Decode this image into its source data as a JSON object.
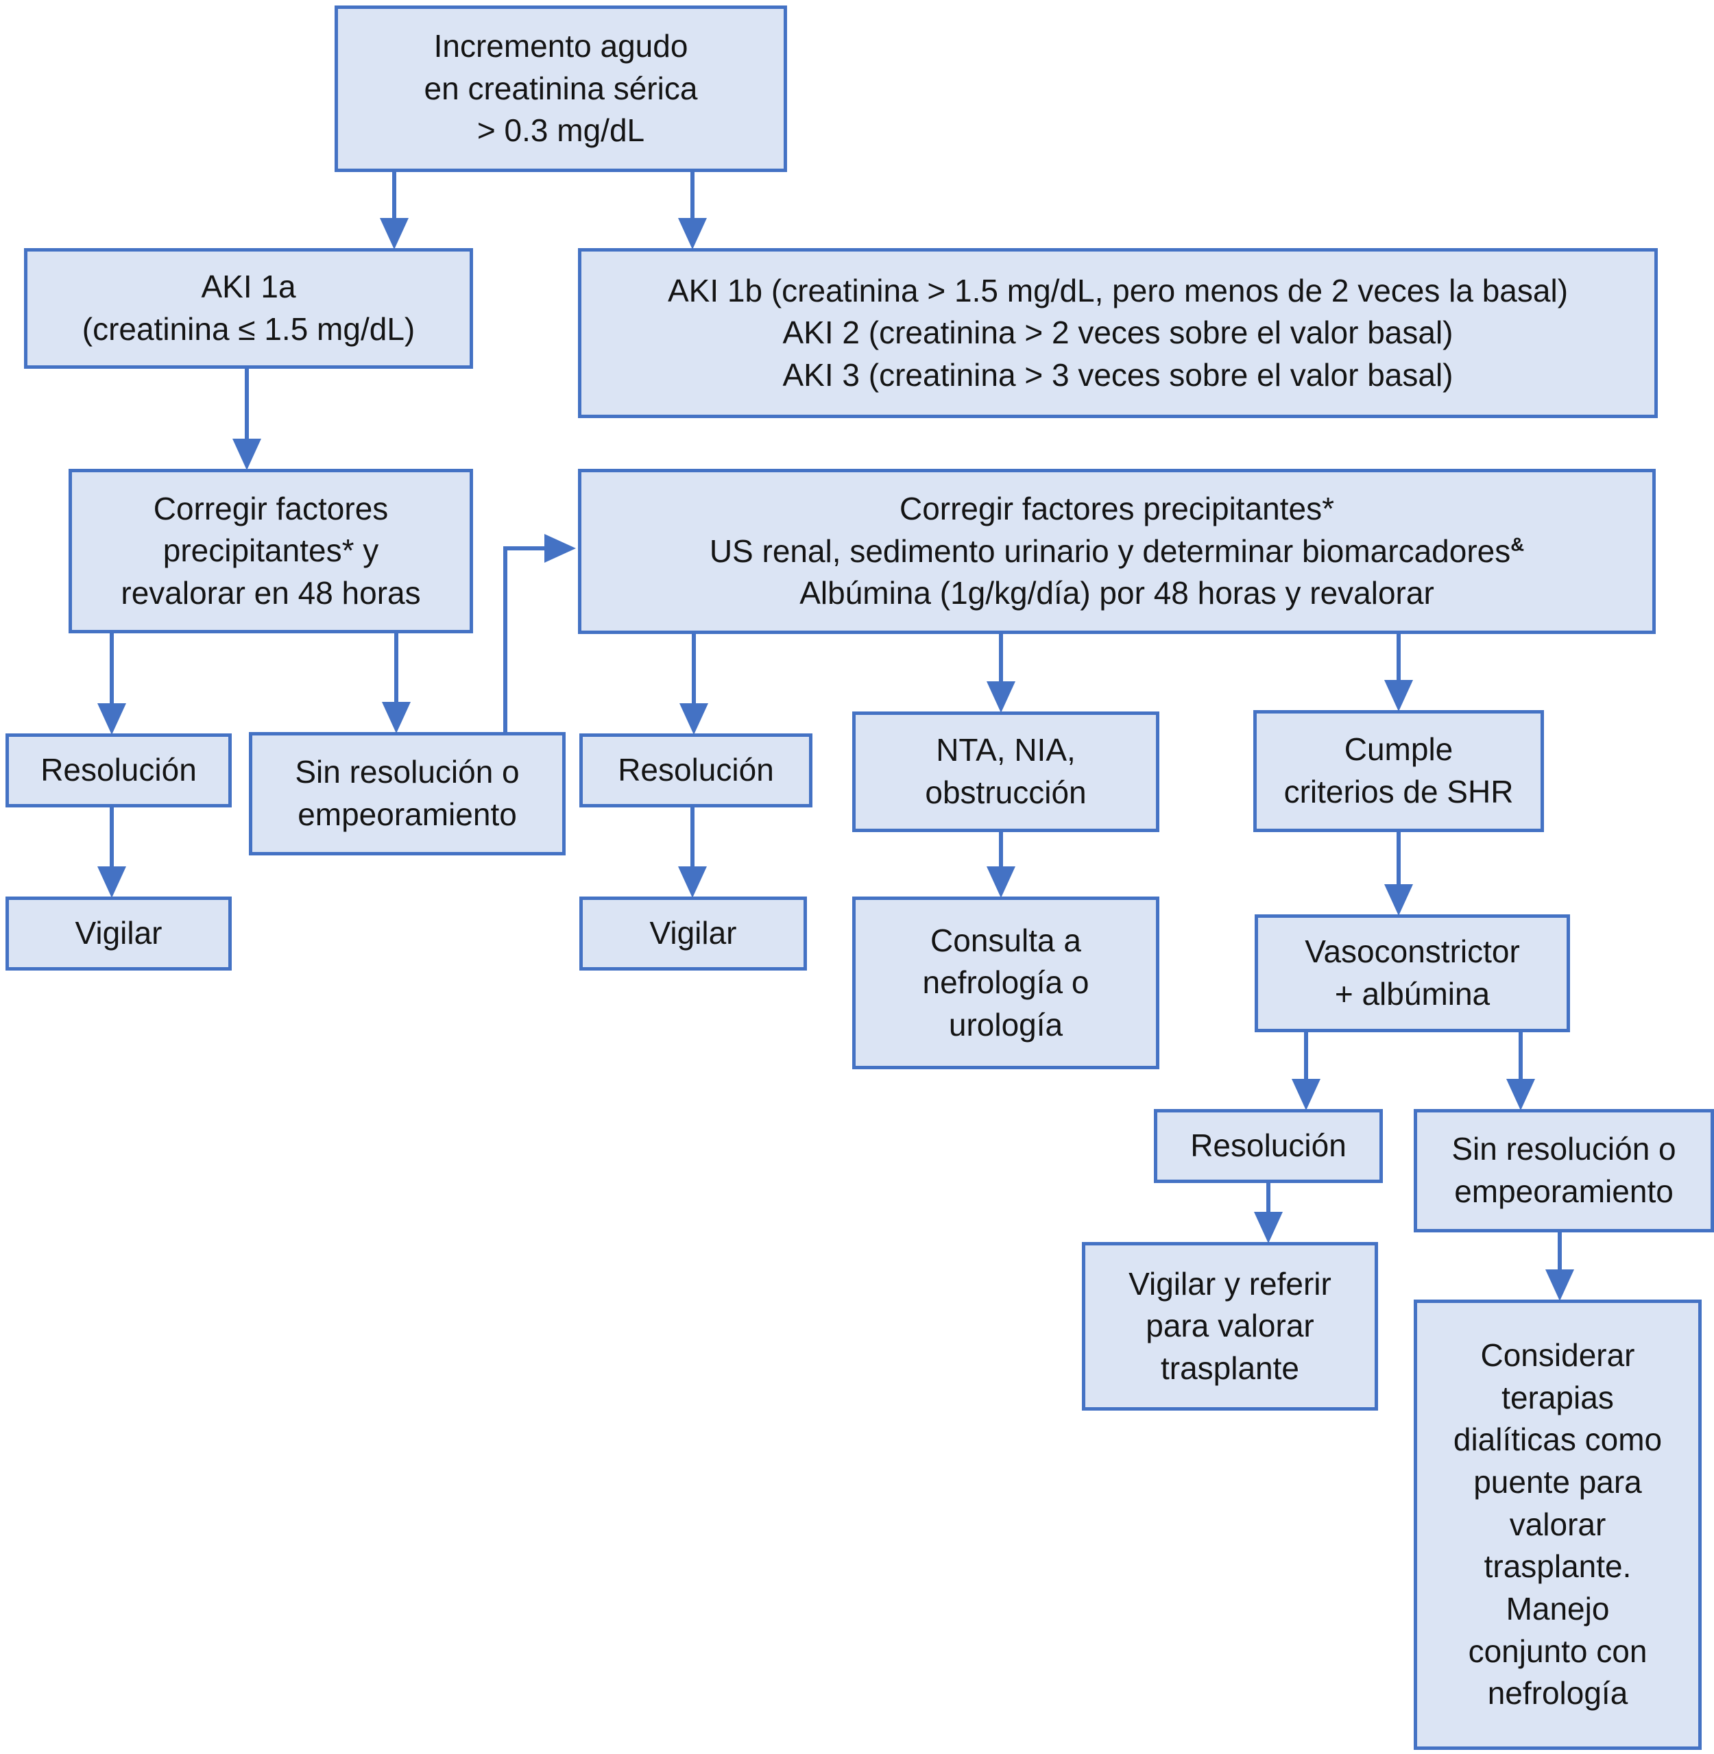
{
  "colors": {
    "box_fill": "#dbe4f4",
    "box_border": "#4472c4",
    "arrow": "#4472c4",
    "text": "#141414",
    "background": "#ffffff"
  },
  "diagram": {
    "type": "flowchart",
    "nodes": {
      "incremento": {
        "lines": [
          "Incremento agudo",
          "en creatinina sérica",
          "> 0.3 mg/dL"
        ]
      },
      "aki1a": {
        "lines": [
          "AKI 1a",
          "(creatinina ≤ 1.5 mg/dL)"
        ]
      },
      "aki1b23": {
        "lines": [
          "AKI 1b (creatinina > 1.5 mg/dL, pero menos de 2 veces la basal)",
          "AKI 2 (creatinina > 2 veces sobre el valor basal)",
          "AKI 3 (creatinina > 3 veces sobre el valor basal)"
        ]
      },
      "corregir_izq": {
        "lines": [
          "Corregir factores",
          "precipitantes* y",
          "revalorar en 48 horas"
        ]
      },
      "corregir_der": {
        "lines": [
          "Corregir factores precipitantes*",
          "US renal, sedimento urinario y determinar biomarcadores",
          "Albúmina (1g/kg/día) por 48 horas y revalorar"
        ],
        "superscript": "&"
      },
      "resolucion_1": {
        "lines": [
          "Resolución"
        ]
      },
      "sin_resolucion_1": {
        "lines": [
          "Sin resolución o",
          "empeoramiento"
        ]
      },
      "resolucion_2": {
        "lines": [
          "Resolución"
        ]
      },
      "nta": {
        "lines": [
          "NTA, NIA,",
          "obstrucción"
        ]
      },
      "cumple": {
        "lines": [
          "Cumple",
          "criterios de SHR"
        ]
      },
      "vigilar_1": {
        "lines": [
          "Vigilar"
        ]
      },
      "vigilar_2": {
        "lines": [
          "Vigilar"
        ]
      },
      "consulta": {
        "lines": [
          "Consulta a",
          "nefrología o",
          "urología"
        ]
      },
      "vasoconstrictor": {
        "lines": [
          "Vasoconstrictor",
          "+ albúmina"
        ]
      },
      "resolucion_3": {
        "lines": [
          "Resolución"
        ]
      },
      "sin_resolucion_2": {
        "lines": [
          "Sin resolución o",
          "empeoramiento"
        ]
      },
      "vigilar_referir": {
        "lines": [
          "Vigilar y referir",
          "para valorar",
          "trasplante"
        ]
      },
      "considerar": {
        "lines": [
          "Considerar",
          "terapias",
          "dialíticas como",
          "puente para",
          "valorar",
          "trasplante.",
          "Manejo",
          "conjunto con",
          "nefrología"
        ]
      }
    }
  }
}
